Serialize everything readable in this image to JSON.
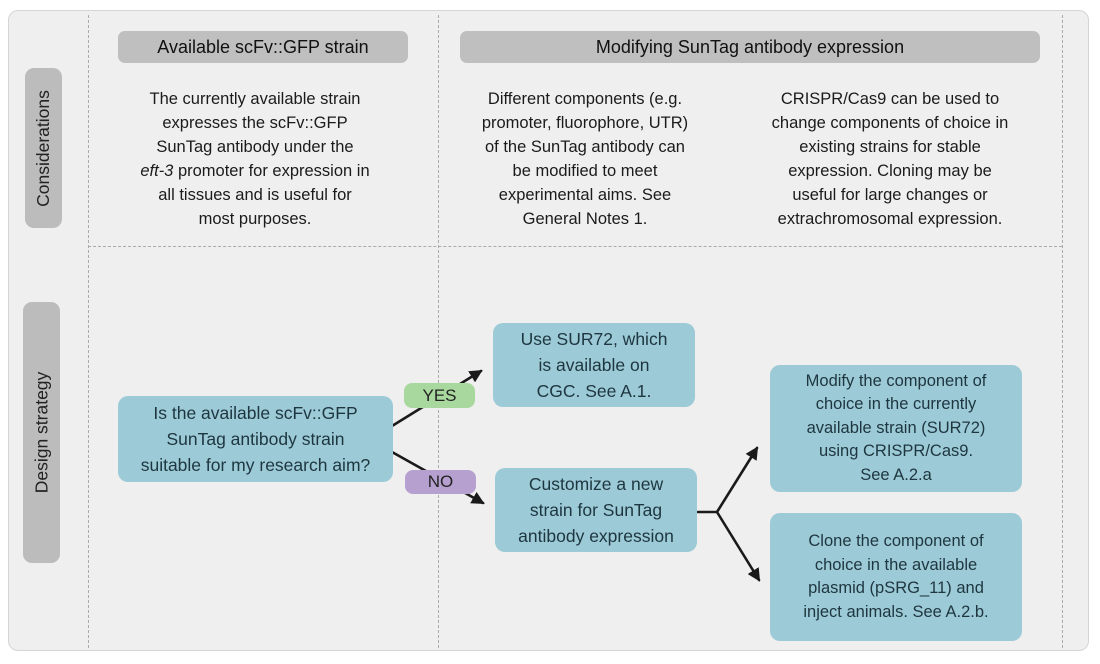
{
  "colors": {
    "panel_bg": "#efefef",
    "header_bg": "#bfbfbf",
    "row_label_bg": "#bcbcbc",
    "flow_box_bg": "#9ccad6",
    "flow_box_text": "#1e3640",
    "yes_badge_bg": "#a9d89f",
    "no_badge_bg": "#b6a0d0",
    "arrow_color": "#1a1a1a"
  },
  "row_labels": {
    "considerations": "Considerations",
    "design_strategy": "Design strategy"
  },
  "considerations": {
    "col1_header": "Available scFv::GFP strain",
    "col1_text_before": "The currently available strain\nexpresses the scFv::GFP\nSunTag antibody under the\n",
    "col1_text_italic": "eft-3",
    "col1_text_after": " promoter for expression in\nall tissues and is useful for\nmost purposes.",
    "col2_header": "Modifying SunTag antibody expression",
    "col2_text": "Different components (e.g.\npromoter, fluorophore, UTR)\nof the SunTag antibody can\nbe modified to meet\nexperimental aims. See\nGeneral Notes 1.",
    "col3_text": "CRISPR/Cas9 can be used to\nchange components of choice in\nexisting strains for stable\nexpression. Cloning may be\nuseful for large changes or\nextrachromosomal expression."
  },
  "design_strategy": {
    "question": "Is the available scFv::GFP\nSunTag antibody strain\nsuitable for my research aim?",
    "yes_label": "YES",
    "no_label": "NO",
    "use_sur72": "Use SUR72, which\nis available on\nCGC. See A.1.",
    "customize": "Customize a new\nstrain for SunTag\nantibody expression",
    "modify": "Modify the component of\nchoice in the currently\navailable strain (SUR72)\nusing CRISPR/Cas9.\nSee A.2.a",
    "clone": "Clone the component of\nchoice in the available\nplasmid (pSRG_11) and\ninject animals. See A.2.b."
  }
}
